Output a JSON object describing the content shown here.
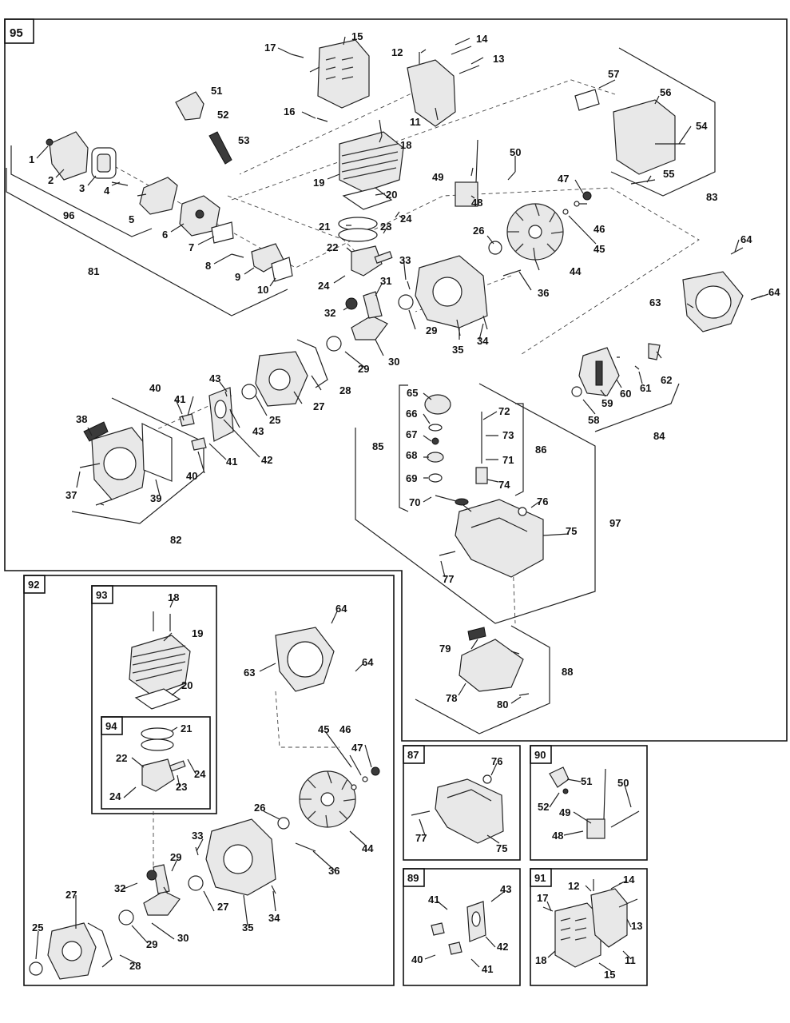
{
  "diagram": {
    "main_box_label": "95",
    "inset_boxes": {
      "b92": "92",
      "b93": "93",
      "b94": "94",
      "b87": "87",
      "b89": "89",
      "b90": "90",
      "b91": "91"
    },
    "callouts": {
      "c1": "1",
      "c2": "2",
      "c3": "3",
      "c4": "4",
      "c5": "5",
      "c6": "6",
      "c7": "7",
      "c8": "8",
      "c9": "9",
      "c10": "10",
      "c11": "11",
      "c12": "12",
      "c13": "13",
      "c14": "14",
      "c15": "15",
      "c16": "16",
      "c17": "17",
      "c18": "18",
      "c19": "19",
      "c20": "20",
      "c21": "21",
      "c22": "22",
      "c23": "23",
      "c24a": "24",
      "c24b": "24",
      "c25": "25",
      "c26": "26",
      "c27": "27",
      "c28": "28",
      "c29a": "29",
      "c29b": "29",
      "c30": "30",
      "c31": "31",
      "c32": "32",
      "c33": "33",
      "c34": "34",
      "c35": "35",
      "c36": "36",
      "c37": "37",
      "c38": "38",
      "c39": "39",
      "c40a": "40",
      "c40b": "40",
      "c41a": "41",
      "c41b": "41",
      "c42": "42",
      "c43a": "43",
      "c43b": "43",
      "c44": "44",
      "c45": "45",
      "c46": "46",
      "c47": "47",
      "c48": "48",
      "c49": "49",
      "c50": "50",
      "c51": "51",
      "c52": "52",
      "c53": "53",
      "c54": "54",
      "c55": "55",
      "c56": "56",
      "c57": "57",
      "c58": "58",
      "c59": "59",
      "c60": "60",
      "c61": "61",
      "c62": "62",
      "c63": "63",
      "c64a": "64",
      "c64b": "64",
      "c65": "65",
      "c66": "66",
      "c67": "67",
      "c68": "68",
      "c69": "69",
      "c70": "70",
      "c71": "71",
      "c72": "72",
      "c73": "73",
      "c74": "74",
      "c75": "75",
      "c76": "76",
      "c77": "77",
      "c78": "78",
      "c79": "79",
      "c80": "80",
      "c81": "81",
      "c82": "82",
      "c83": "83",
      "c84": "84",
      "c85": "85",
      "c86": "86",
      "c88": "88",
      "c96": "96",
      "c97": "97",
      "k18": "18",
      "k19": "19",
      "k20": "20",
      "k21": "21",
      "k22": "22",
      "k23": "23",
      "k24a": "24",
      "k24b": "24",
      "k25": "25",
      "k26": "26",
      "k27a": "27",
      "k27b": "27",
      "k28": "28",
      "k29a": "29",
      "k29b": "29",
      "k30": "30",
      "k32": "32",
      "k33": "33",
      "k34": "34",
      "k35": "35",
      "k36": "36",
      "k44": "44",
      "k45": "45",
      "k46": "46",
      "k47": "47",
      "k63": "63",
      "k64a": "64",
      "k64b": "64",
      "p75": "75",
      "p76": "76",
      "p77": "77",
      "q40": "40",
      "q41a": "41",
      "q41b": "41",
      "q42": "42",
      "q43": "43",
      "r48": "48",
      "r49": "49",
      "r50": "50",
      "r51": "51",
      "r52": "52",
      "s11": "11",
      "s12": "12",
      "s13": "13",
      "s14": "14",
      "s15": "15",
      "s17": "17",
      "s18": "18"
    }
  }
}
